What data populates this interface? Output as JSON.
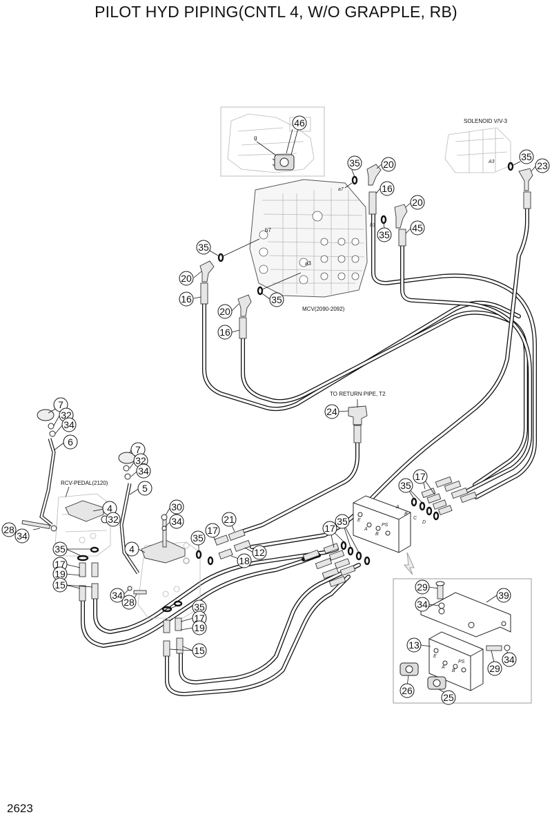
{
  "title": "PILOT HYD PIPING(CNTL 4, W/O GRAPPLE, RB)",
  "page_number": "2623",
  "labels": {
    "mcv": "MCV(2090-2092)",
    "solenoid": "SOLENOID V/V-3",
    "return_pipe": "TO RETURN PIPE, T2",
    "rcv_pedal": "RCV-PEDAL(2120)"
  },
  "port_marks": {
    "g": "g",
    "a7": "a7",
    "b3": "b3",
    "b7": "b7",
    "a3": "a3",
    "A3": "A3",
    "A": "A",
    "B": "B",
    "C": "C",
    "D": "D",
    "E": "E",
    "PS": "PS"
  },
  "callouts": {
    "c46": "46",
    "c35a": "35",
    "c20a": "20",
    "c16a": "16",
    "c20b": "20",
    "c35b": "35",
    "c45": "45",
    "c35c": "35",
    "c23": "23",
    "c35d": "35",
    "c20c": "20",
    "c16b": "16",
    "c20d": "20",
    "c35e": "35",
    "c16c": "16",
    "c24": "24",
    "c7a": "7",
    "c32a": "32",
    "c34a": "34",
    "c6": "6",
    "c7b": "7",
    "c32b": "32",
    "c34b": "34",
    "c5": "5",
    "c4a": "4",
    "c32c": "32",
    "c28a": "28",
    "c34c": "34",
    "c30": "30",
    "c34d": "34",
    "c35f": "35",
    "c17a": "17",
    "c21": "21",
    "c18": "18",
    "c12": "12",
    "c4b": "4",
    "c35g": "35",
    "c17b": "17",
    "c19a": "19",
    "c15a": "15",
    "c34e": "34",
    "c28b": "28",
    "c35h": "35",
    "c17c": "17",
    "c19b": "19",
    "c15b": "15",
    "c17d": "17",
    "c35i": "35",
    "c35j": "35",
    "c17e": "17",
    "c29a": "29",
    "c39": "39",
    "c34f": "34",
    "c13": "13",
    "c29b": "29",
    "c34g": "34",
    "c26": "26",
    "c25": "25"
  }
}
